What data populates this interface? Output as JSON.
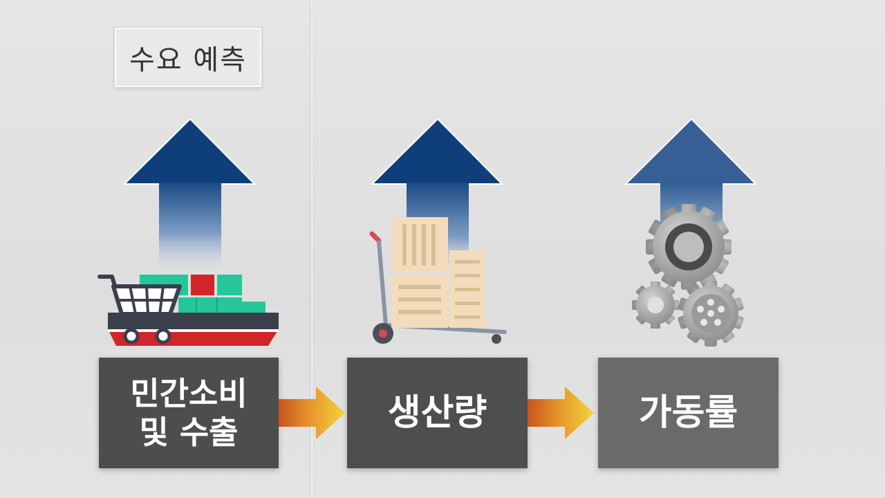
{
  "title": "수요 예측",
  "steps": [
    {
      "label": "민간소비\n및 수출",
      "icon": "cart-ship-icon"
    },
    {
      "label": "생산량",
      "icon": "hand-truck-boxes-icon"
    },
    {
      "label": "가동률",
      "icon": "gears-icon"
    }
  ],
  "colors": {
    "arrow_blue": "#0f3f7a",
    "box_dark": "#4d4d4d",
    "box_gray": "#6a6a6a",
    "flow_orange": "#c8541d",
    "flow_yellow": "#f2d33c",
    "ship_red": "#d0262a",
    "container_green": "#25c79a"
  }
}
